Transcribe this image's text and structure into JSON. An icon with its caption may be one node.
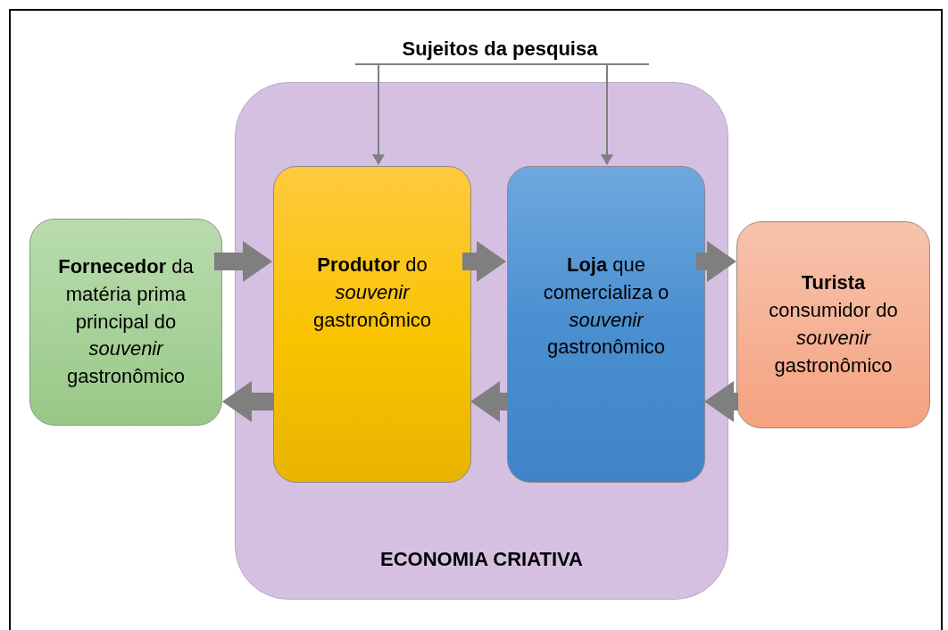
{
  "diagram": {
    "nodes": [
      {
        "text": [
          "ECONOMIA CRIATIVA"
        ]
      },
      {
        "text": [
          "**Fornecedor** da matéria prima principal do *souvenir* gastronômico"
        ]
      },
      {
        "text": [
          "**Produtor** do *souvenir* gastronômico"
        ],
        "in": 0
      },
      {
        "text": [
          "**Loja** que comercializa o *souvenir* gastronômico"
        ],
        "in": 0
      },
      {
        "text": [
          "**Turista** consumidor do *souvenir* gastronômico"
        ]
      },
      {
        "text": [
          "Sujeitos da pesquisa"
        ]
      }
    ],
    "edges": [
      {
        "from": 1,
        "to": 2,
        "arrow": "to"
      },
      {
        "from": 2,
        "to": 3,
        "arrow": "to"
      },
      {
        "from": 3,
        "to": 4,
        "arrow": "to"
      },
      {
        "from": 4,
        "to": 3,
        "arrow": "to"
      },
      {
        "from": 3,
        "to": 2,
        "arrow": "to"
      },
      {
        "from": 2,
        "to": 1,
        "arrow": "to"
      },
      {
        "from": 5,
        "to": 2,
        "arrow": "to"
      },
      {
        "from": 5,
        "to": 3,
        "arrow": "to"
      }
    ]
  }
}
